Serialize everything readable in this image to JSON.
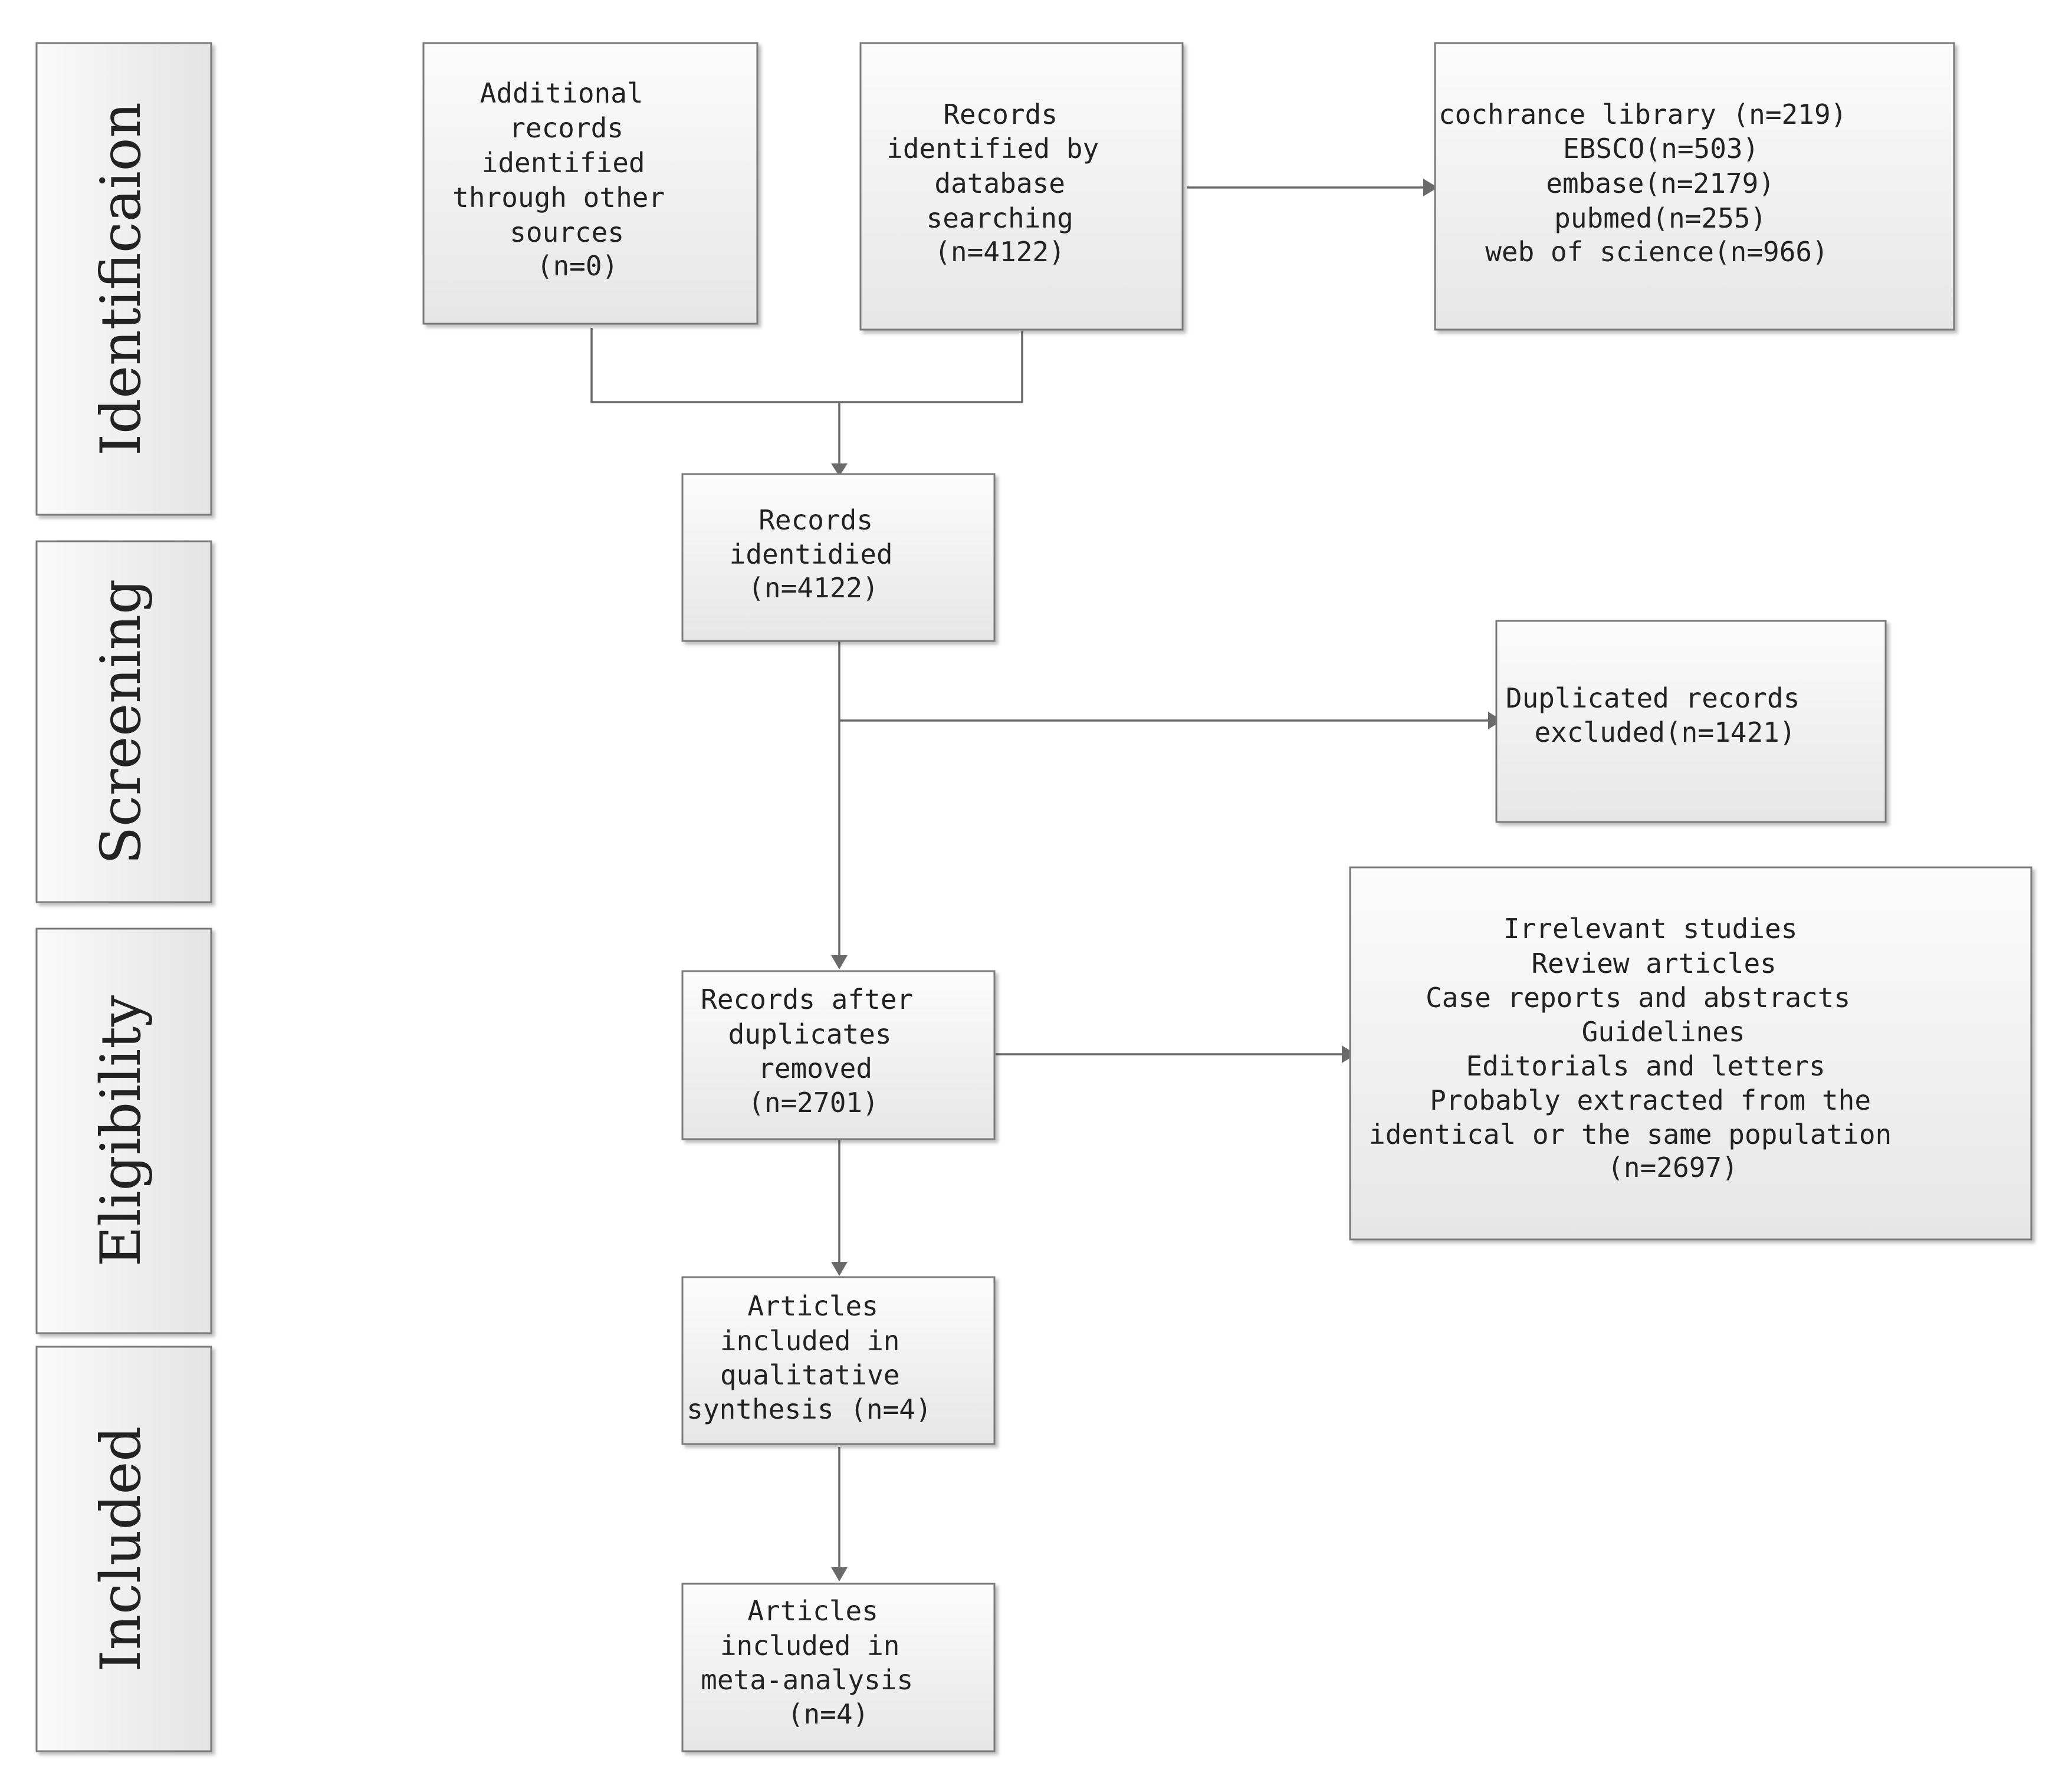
{
  "stages": [
    {
      "id": "identification",
      "label": "Identificaion"
    },
    {
      "id": "screening",
      "label": "Screening"
    },
    {
      "id": "eligibility",
      "label": "Eligibility"
    },
    {
      "id": "included",
      "label": "Included"
    }
  ],
  "boxes": {
    "additional_records": [
      "Additional",
      "records",
      "identified",
      "through other",
      "sources",
      "(n=0)"
    ],
    "database_records": [
      "Records",
      "identified by",
      "database",
      "searching",
      "(n=4122)"
    ],
    "database_sources": [
      "cochrance library (n=219)",
      "EBSCO(n=503)",
      "embase(n=2179)",
      "pubmed(n=255)",
      "web of science(n=966)"
    ],
    "records_identified": [
      "Records",
      "identidied",
      "(n=4122)"
    ],
    "duplicates_excluded": [
      "Duplicated records",
      "excluded(n=1421)"
    ],
    "after_duplicates": [
      "Records after",
      "duplicates",
      "removed",
      "(n=2701)"
    ],
    "exclusion_reasons": [
      "Irrelevant studies",
      "Review articles",
      "Case reports and abstracts",
      "Guidelines",
      "Editorials and letters",
      "Probably extracted from the",
      "identical or the same population",
      "(n=2697)"
    ],
    "qualitative": [
      "Articles",
      "included in",
      "qualitative",
      "synthesis (n=4)"
    ],
    "meta_analysis": [
      "Articles",
      "included in",
      "meta-analysis",
      "(n=4)"
    ]
  }
}
